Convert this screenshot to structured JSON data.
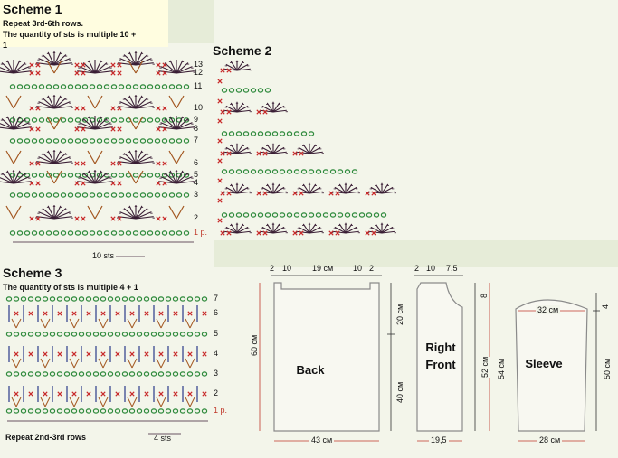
{
  "scheme1": {
    "title": "Scheme 1",
    "note_line1": "Repeat 3rd-6th rows.",
    "note_line2": "The quantity of sts is multiple 10 +",
    "note_line3": "1",
    "row_numbers": [
      "13",
      "12",
      "11",
      "10",
      "9",
      "8",
      "7",
      "6",
      "5",
      "4",
      "3",
      "2",
      "1 p."
    ],
    "repeat_label": "10 sts"
  },
  "scheme2": {
    "title": "Scheme 2"
  },
  "scheme3": {
    "title": "Scheme 3",
    "note": "The quantity of sts is multiple 4 + 1",
    "row_numbers": [
      "7",
      "6",
      "5",
      "4",
      "3",
      "2",
      "1 p."
    ],
    "repeat_note": "Repeat 2nd-3rd rows",
    "repeat_label": "4 sts"
  },
  "back": {
    "label": "Back",
    "top_dims": [
      "2",
      "10",
      "19 см",
      "10",
      "2"
    ],
    "left_dim": "60 см",
    "right_top_dim": "20 см",
    "right_bottom_dim": "40 см",
    "bottom_dim": "43 см"
  },
  "front": {
    "label_line1": "Right",
    "label_line2": "Front",
    "top_dims": [
      "2",
      "10",
      "7,5"
    ],
    "right_top_dim": "8",
    "left_dim": "52 см",
    "right_dim": "54 см",
    "bottom_dim": "19,5"
  },
  "sleeve": {
    "label": "Sleeve",
    "top_dim": "32 см",
    "right_top_dim": "4",
    "right_dim": "50 см",
    "bottom_dim": "28 см"
  },
  "colors": {
    "background": "#e6ecd8",
    "panel": "#f3f5ea",
    "chain_green": "#2f8a3c",
    "cross_red": "#c82a2a",
    "stitch_dark": "#3a1e35",
    "dimension_red": "#c0392b",
    "outline": "#8a8a8a"
  }
}
